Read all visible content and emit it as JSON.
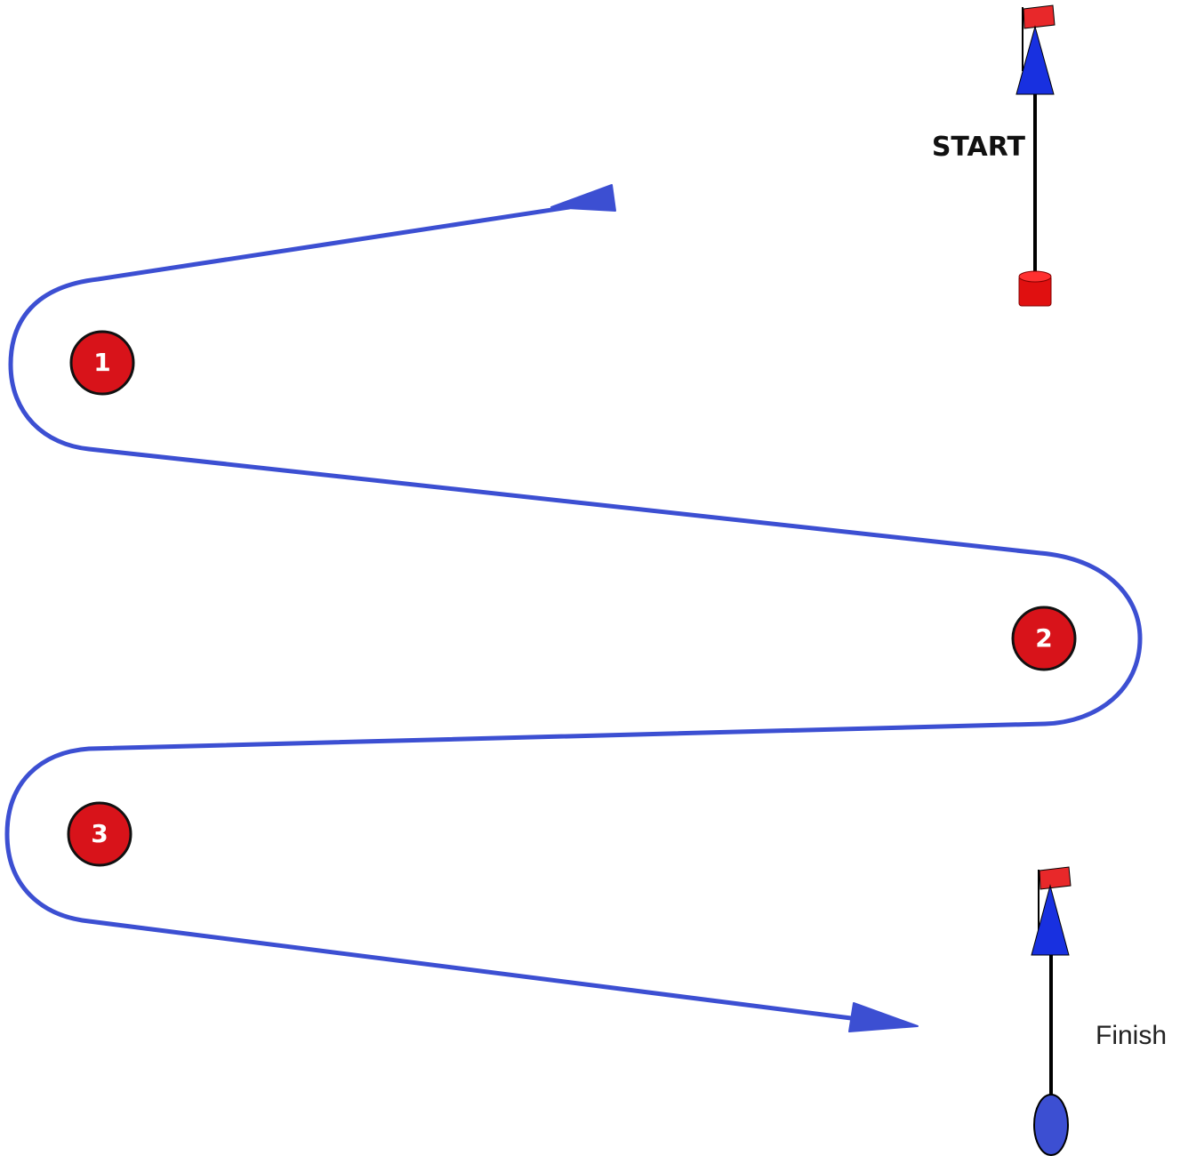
{
  "labels": {
    "start": "START",
    "finish": "Finish"
  },
  "marks": [
    {
      "number": "1"
    },
    {
      "number": "2"
    },
    {
      "number": "3"
    }
  ],
  "colors": {
    "course_line": "#3c4fd2",
    "mark_fill": "#d8131a",
    "flag": "#e8282a",
    "pin_blue": "#1830e0",
    "start_buoy": "#e01010",
    "finish_buoy": "#3c4fd2",
    "line_black": "#000000"
  },
  "icons": {
    "start_pin": "flag-pin-icon",
    "start_buoy": "cylinder-buoy-icon",
    "finish_pin": "flag-pin-icon",
    "finish_buoy": "oval-buoy-icon"
  }
}
